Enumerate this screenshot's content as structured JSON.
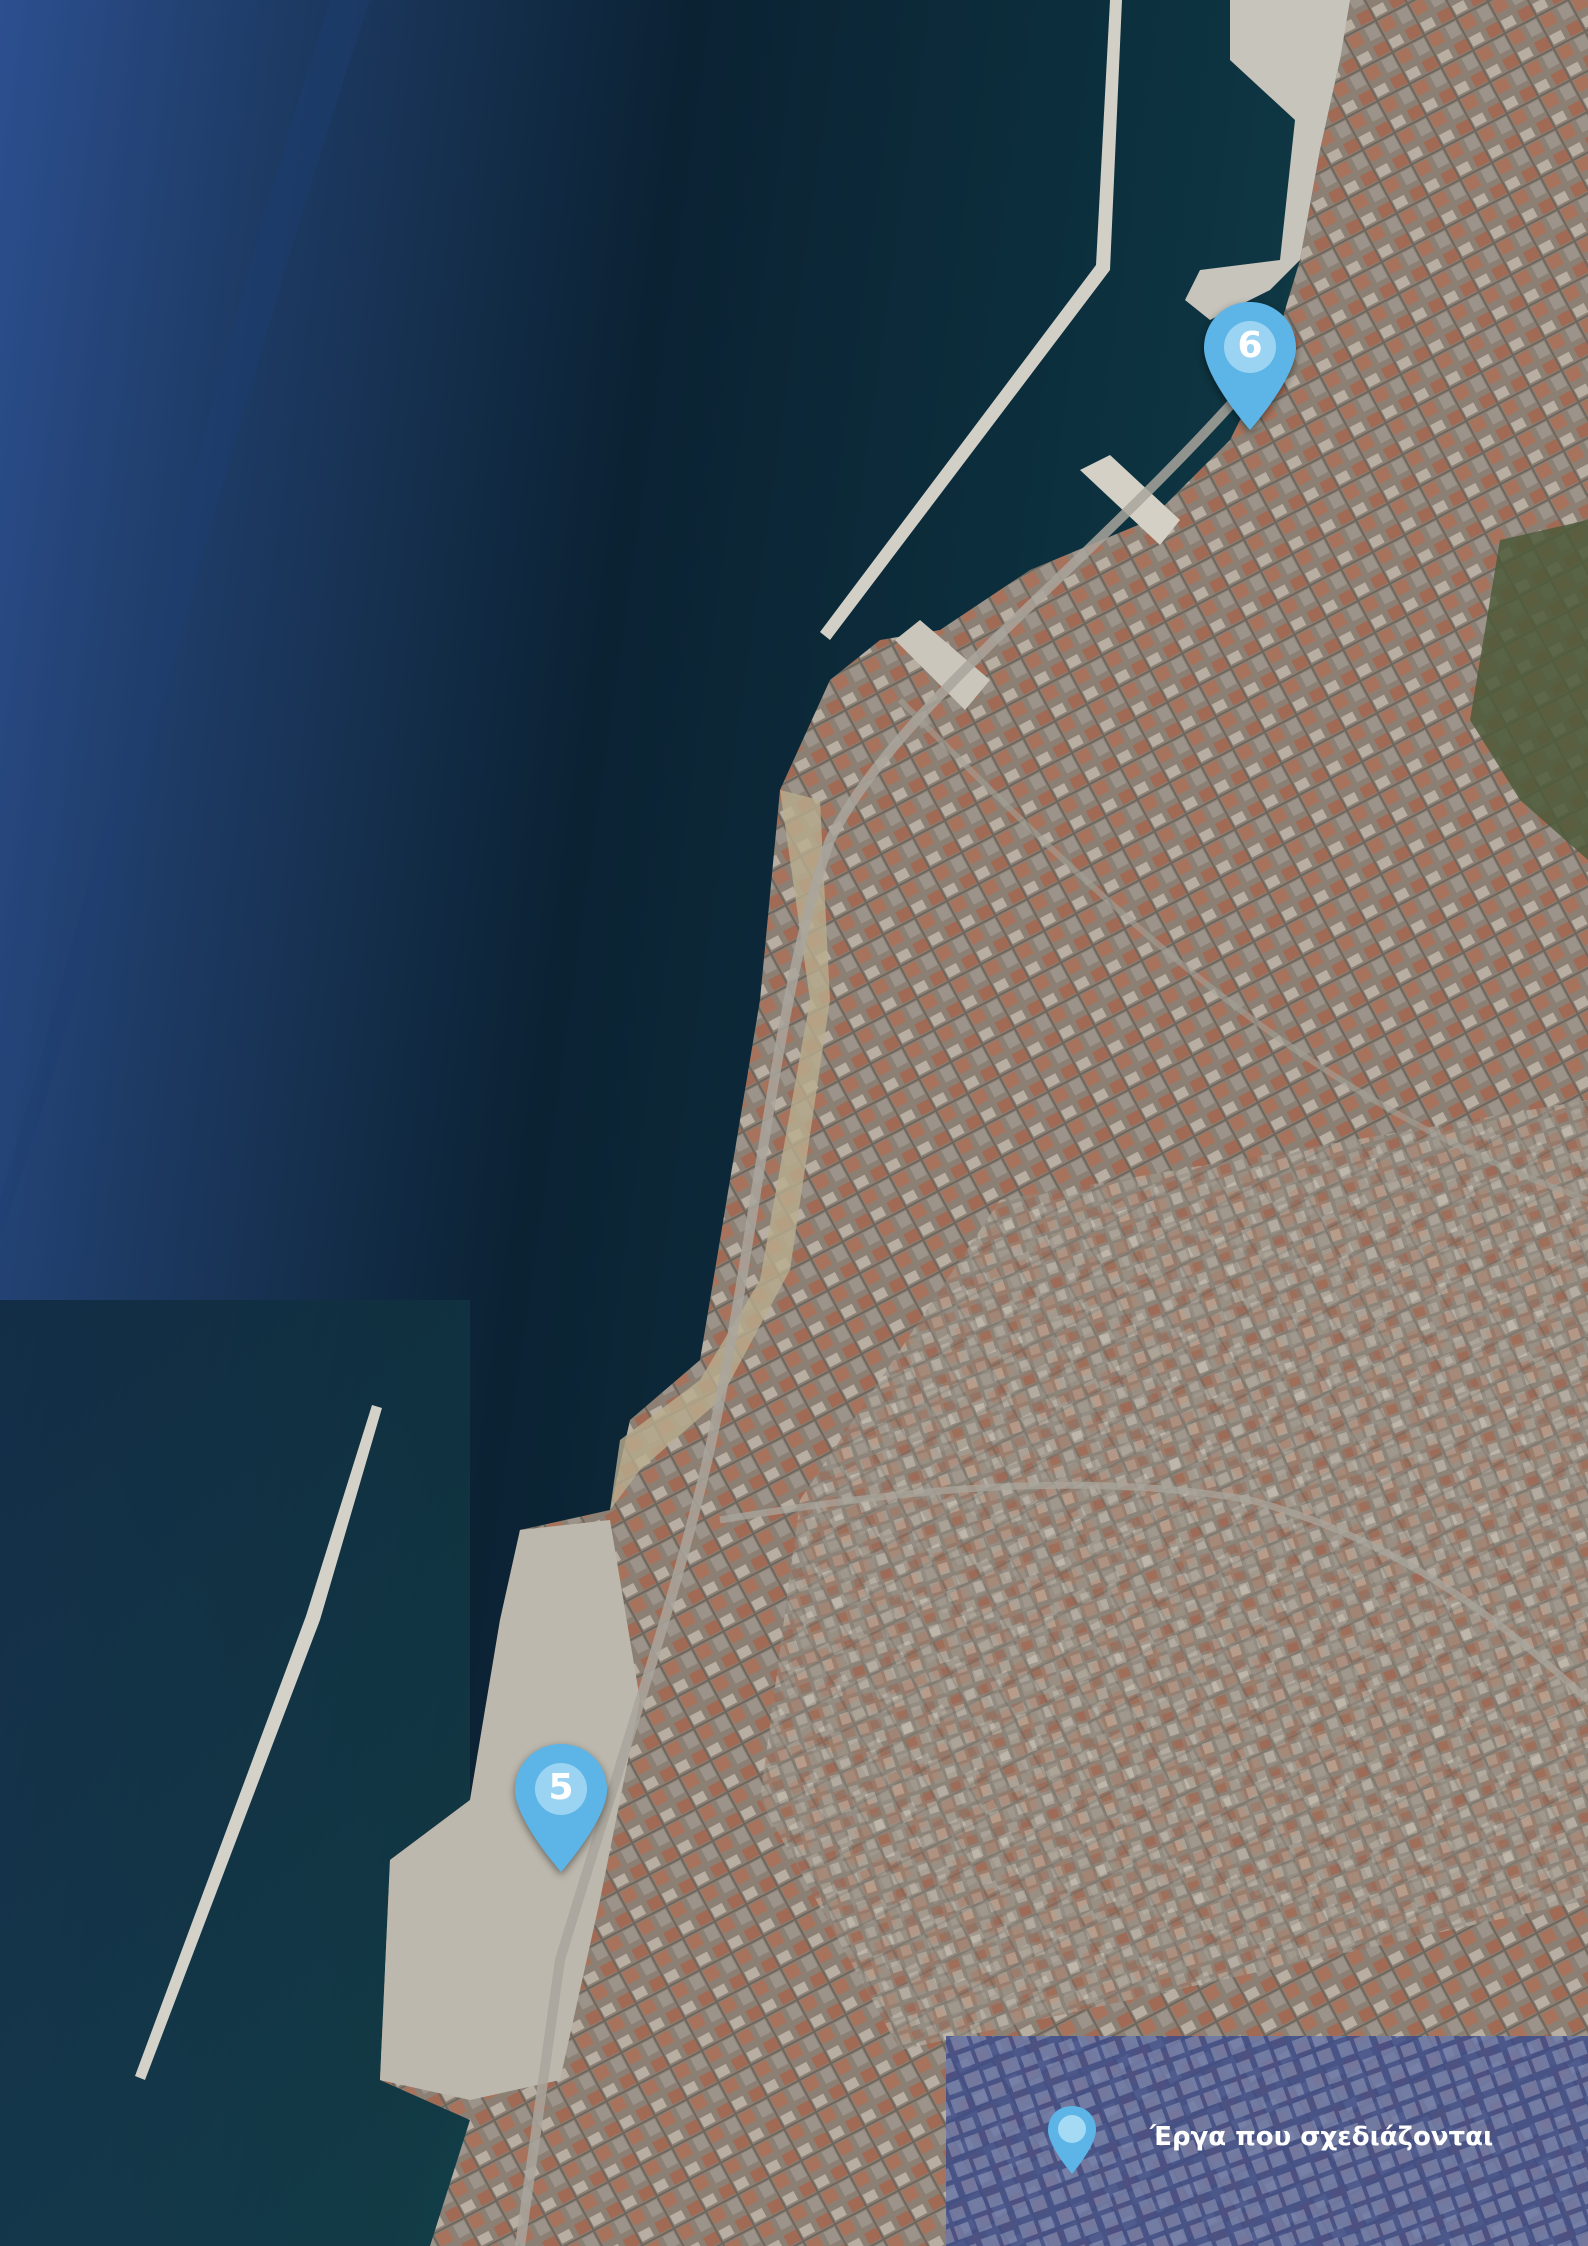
{
  "map": {
    "type": "satellite",
    "colors": {
      "sea_deep": "#0b2233",
      "sea_mid": "#123f4e",
      "sea_open": "#2c4f8f",
      "land": "#8a7e70",
      "marker": "#5db4e6",
      "marker_inner": "#cdeefc",
      "legend_bg": "#3a4a8a"
    }
  },
  "markers": [
    {
      "label": "6",
      "icon": "map-pin-icon"
    },
    {
      "label": "5",
      "icon": "map-pin-icon"
    }
  ],
  "legend": {
    "icon": "map-pin-icon",
    "label": "Έργα που σχεδιάζονται"
  }
}
